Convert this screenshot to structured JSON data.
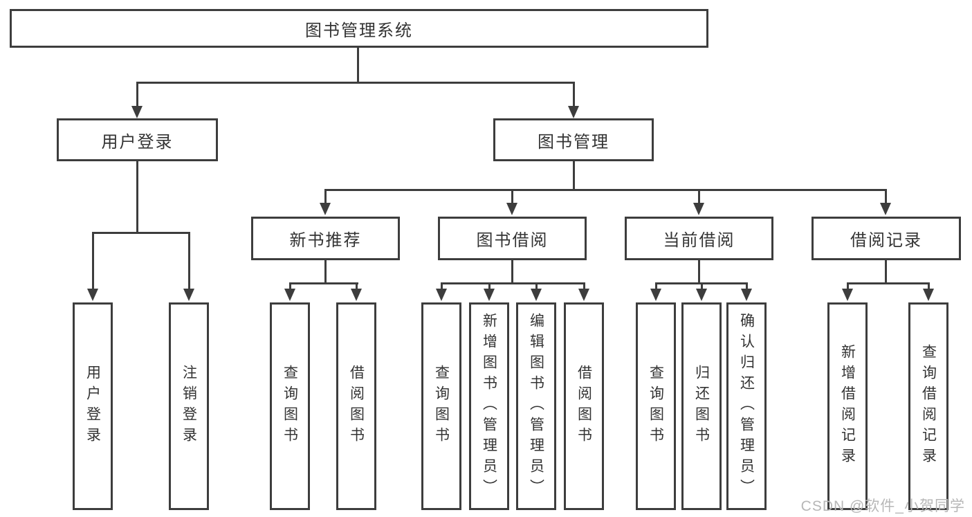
{
  "diagram": {
    "root": {
      "label": "图书管理系统"
    },
    "level2": {
      "user_login": {
        "label": "用户登录"
      },
      "book_mgmt": {
        "label": "图书管理"
      }
    },
    "level3": {
      "new_rec": {
        "label": "新书推荐"
      },
      "borrow": {
        "label": "图书借阅"
      },
      "current": {
        "label": "当前借阅"
      },
      "records": {
        "label": "借阅记录"
      }
    },
    "leaves": {
      "user_login_login": {
        "label": "用户登录"
      },
      "user_login_logout": {
        "label": "注销登录"
      },
      "new_rec_query": {
        "label": "查询图书"
      },
      "new_rec_borrow": {
        "label": "借阅图书"
      },
      "borrow_query": {
        "label": "查询图书"
      },
      "borrow_add": {
        "label": "新增图书（管理员）"
      },
      "borrow_edit": {
        "label": "编辑图书（管理员）"
      },
      "borrow_borrow": {
        "label": "借阅图书"
      },
      "current_query": {
        "label": "查询图书"
      },
      "current_return": {
        "label": "归还图书"
      },
      "current_confirm": {
        "label": "确认归还（管理员）"
      },
      "records_add": {
        "label": "新增借阅记录"
      },
      "records_query": {
        "label": "查询借阅记录"
      }
    }
  },
  "watermark": {
    "text": "CSDN @软件_小贺同学"
  },
  "colors": {
    "line": "#3d3d3d",
    "text": "#333333",
    "watermark": "#b7b7b7",
    "background": "#ffffff"
  }
}
